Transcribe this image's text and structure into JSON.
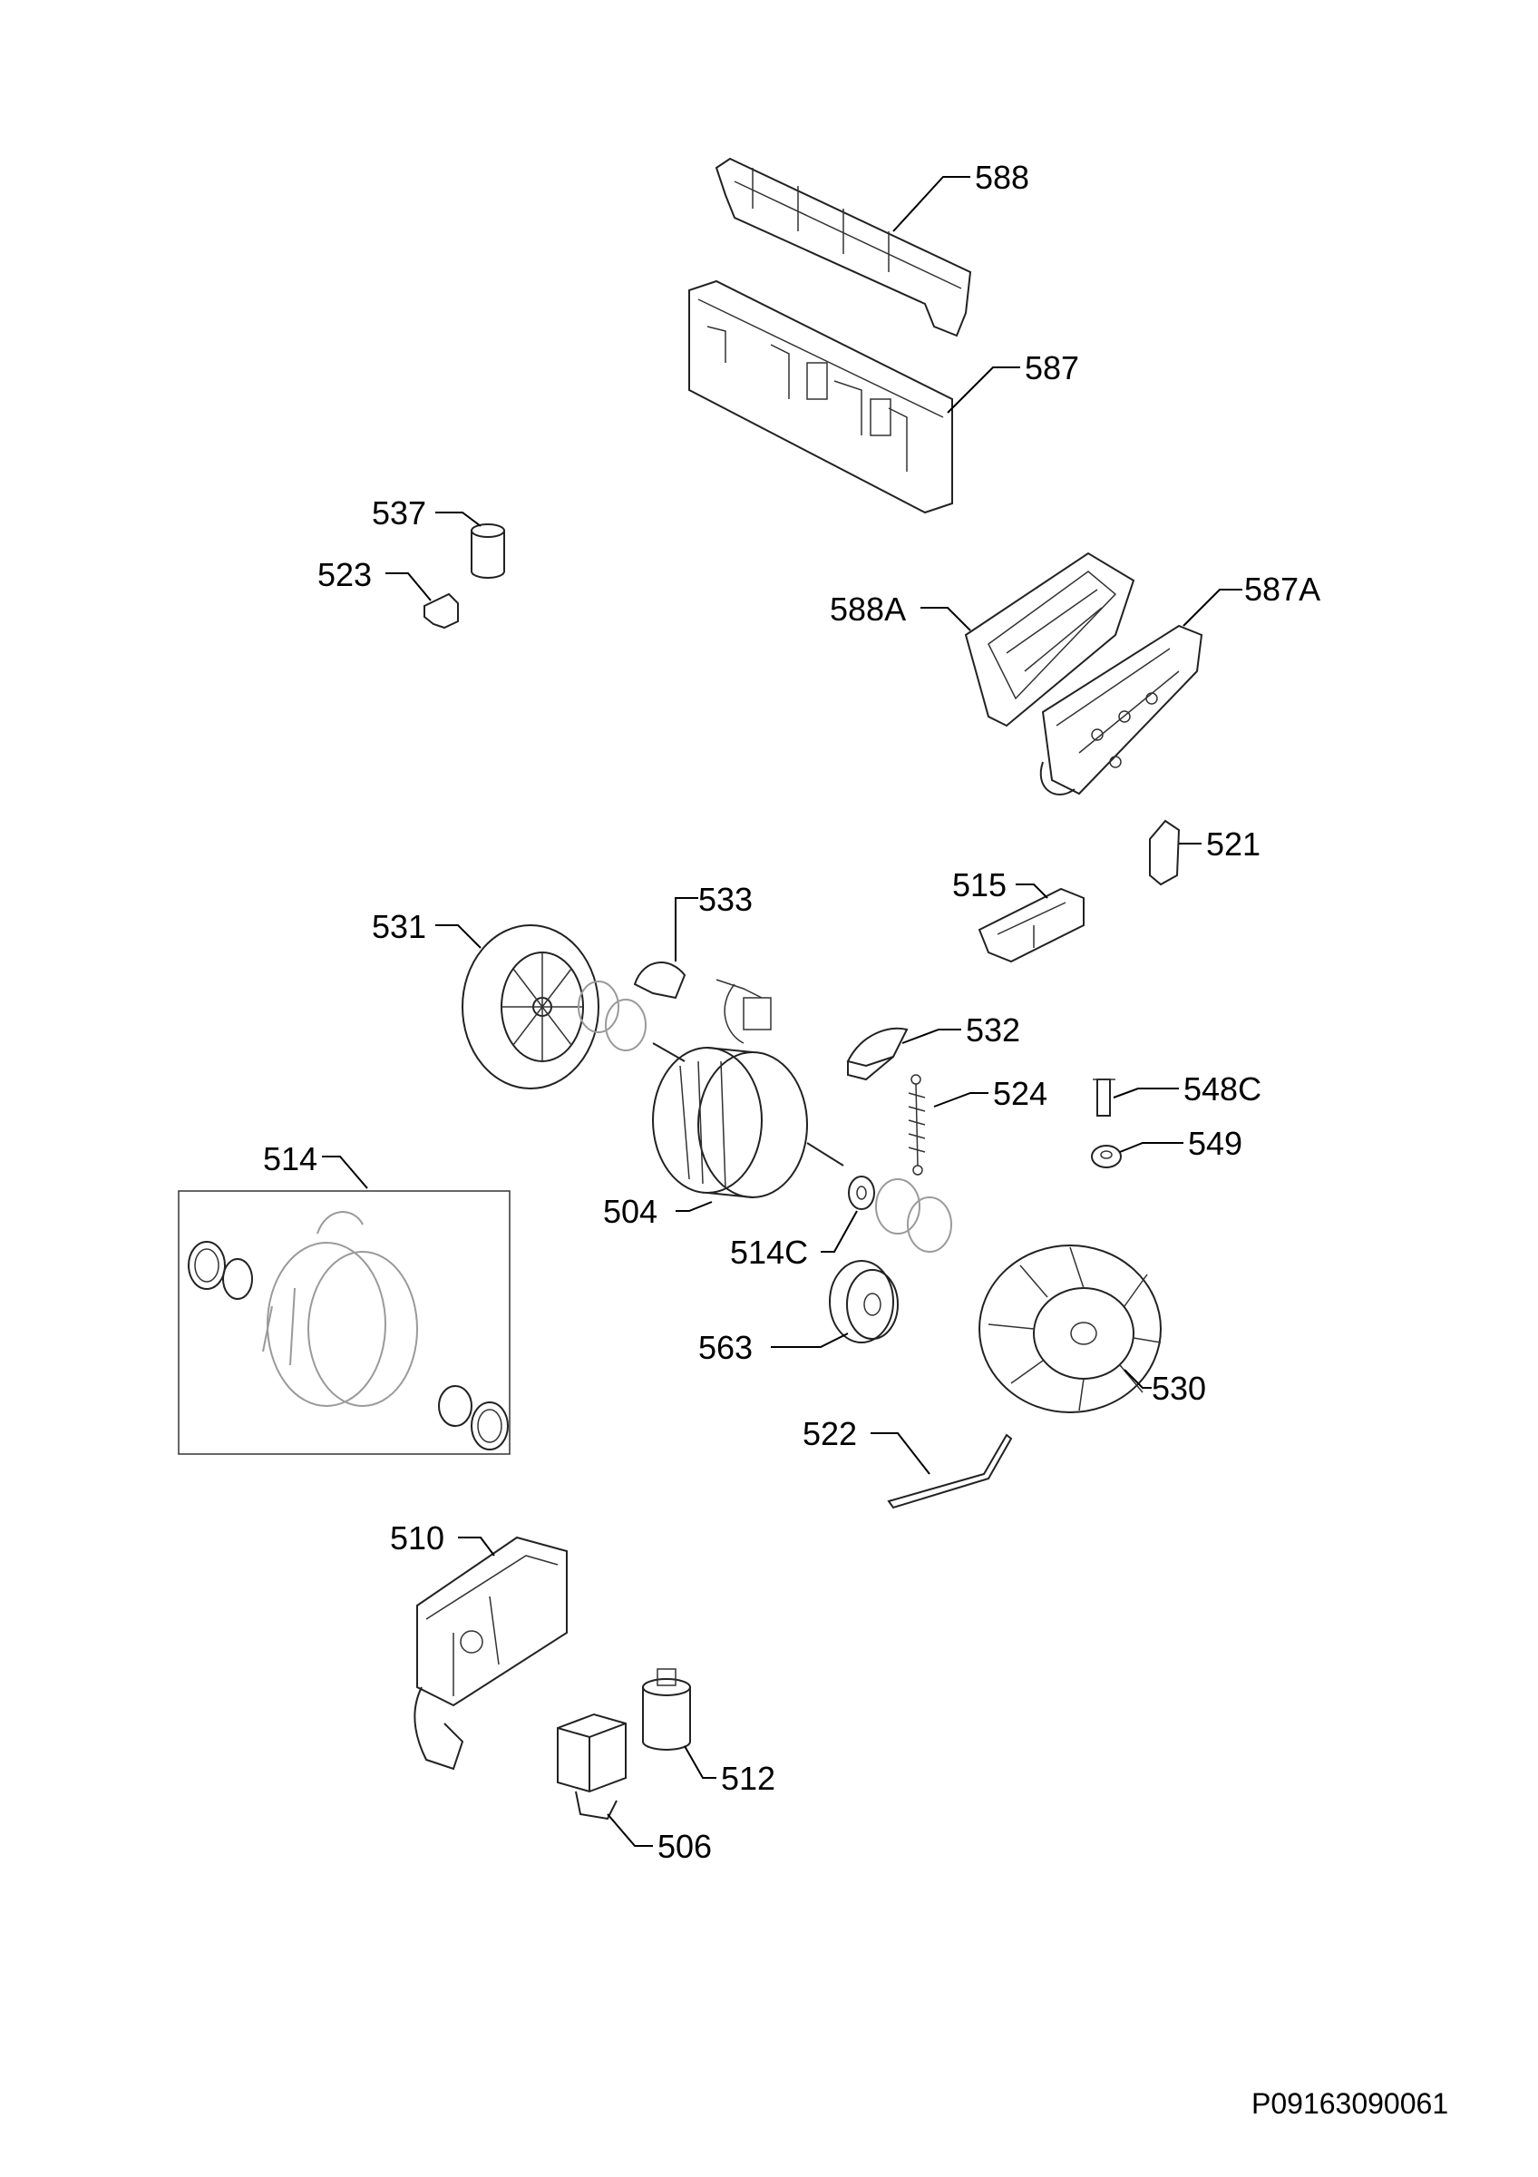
{
  "labels": {
    "p588": "588",
    "p587": "587",
    "p537": "537",
    "p523": "523",
    "p588A": "588A",
    "p587A": "587A",
    "p521": "521",
    "p515": "515",
    "p531": "531",
    "p533": "533",
    "p532": "532",
    "p524": "524",
    "p548C": "548C",
    "p549": "549",
    "p514": "514",
    "p504": "504",
    "p514C": "514C",
    "p563": "563",
    "p530": "530",
    "p522": "522",
    "p510": "510",
    "p512": "512",
    "p506": "506"
  },
  "document_code": "P09163090061"
}
